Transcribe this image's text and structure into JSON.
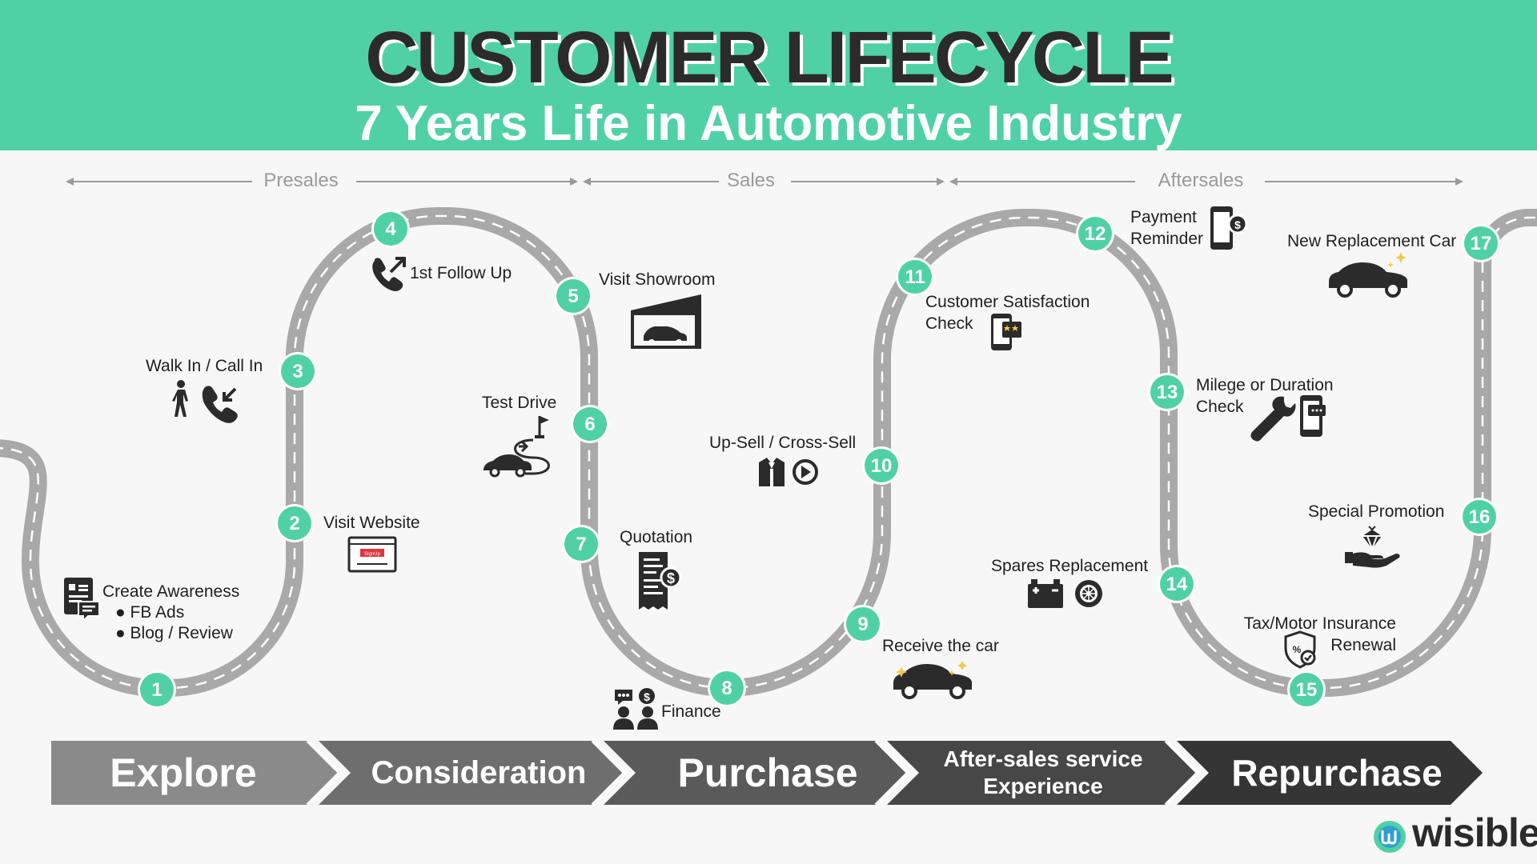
{
  "header": {
    "title": "CUSTOMER LIFECYCLE",
    "subtitle": "7 Years Life in Automotive Industry"
  },
  "phases": [
    "Presales",
    "Sales",
    "Aftersales"
  ],
  "steps": [
    {
      "num": "1",
      "label": "Create Awareness",
      "subitems": [
        "FB Ads",
        "Blog / Review"
      ]
    },
    {
      "num": "2",
      "label": "Visit Website"
    },
    {
      "num": "3",
      "label": "Walk In / Call In"
    },
    {
      "num": "4",
      "label": "1st Follow Up"
    },
    {
      "num": "5",
      "label": "Visit Showroom"
    },
    {
      "num": "6",
      "label": "Test Drive"
    },
    {
      "num": "7",
      "label": "Quotation"
    },
    {
      "num": "8",
      "label": "Finance"
    },
    {
      "num": "9",
      "label": "Receive the car"
    },
    {
      "num": "10",
      "label": "Up-Sell / Cross-Sell"
    },
    {
      "num": "11",
      "label": "Customer Satisfaction\nCheck"
    },
    {
      "num": "12",
      "label": "Payment\nReminder"
    },
    {
      "num": "13",
      "label": "Milege or Duration\nCheck"
    },
    {
      "num": "14",
      "label": "Spares Replacement"
    },
    {
      "num": "15",
      "label": "Tax/Motor Insurance\nRenewal"
    },
    {
      "num": "16",
      "label": "Special Promotion"
    },
    {
      "num": "17",
      "label": "New Replacement Car"
    }
  ],
  "website_badge": "SignUp",
  "stages": [
    {
      "label": "Explore",
      "color": "#8a8a8a"
    },
    {
      "label": "Consideration",
      "color": "#6e6e6e"
    },
    {
      "label": "Purchase",
      "color": "#5a5a5a"
    },
    {
      "label": "After-sales service\nExperience",
      "color": "#474747"
    },
    {
      "label": "Repurchase",
      "color": "#353535"
    }
  ],
  "brand": {
    "name": "wisible"
  },
  "colors": {
    "accent": "#4fd1a5",
    "road": "#a9a9a9",
    "road_dash": "#ffffff",
    "icon": "#2b2b2b",
    "red": "#e0353b"
  }
}
